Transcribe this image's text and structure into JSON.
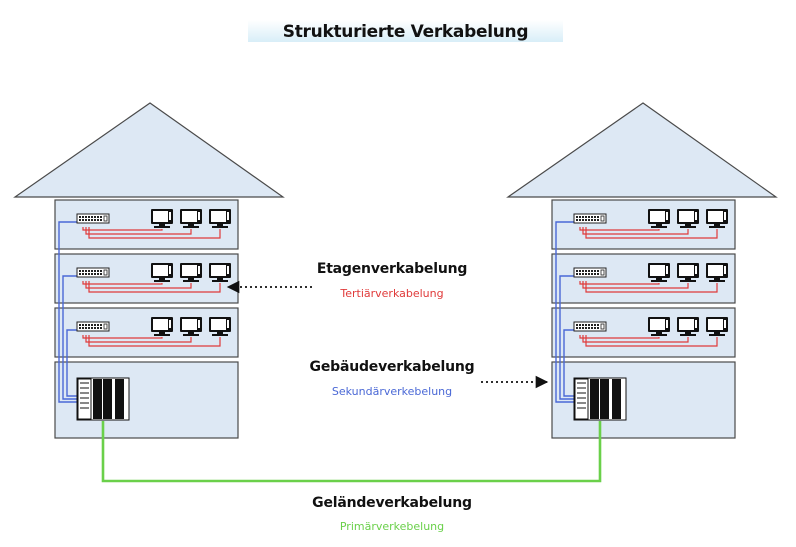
{
  "diagram": {
    "title": "Strukturierte Verkabelung",
    "labels": {
      "etagen": {
        "main": "Etagenverkabelung",
        "sub": "Tertiärverkabelung"
      },
      "gebaeude": {
        "main": "Gebäudeverkabelung",
        "sub": "Sekundärverkebelung"
      },
      "gelaende": {
        "main": "Geländeverkabelung",
        "sub": "Primärverkebelung"
      }
    },
    "colors": {
      "building_fill": "#dde8f4",
      "outline": "#4a4a4a",
      "tertiary_cable": "#e03a3a",
      "secondary_cable": "#4a68d6",
      "primary_cable": "#6ad04a"
    },
    "buildings": [
      {
        "name": "building-left",
        "floors": 3,
        "workstations_per_floor": 3
      },
      {
        "name": "building-right",
        "floors": 3,
        "workstations_per_floor": 3
      }
    ]
  }
}
